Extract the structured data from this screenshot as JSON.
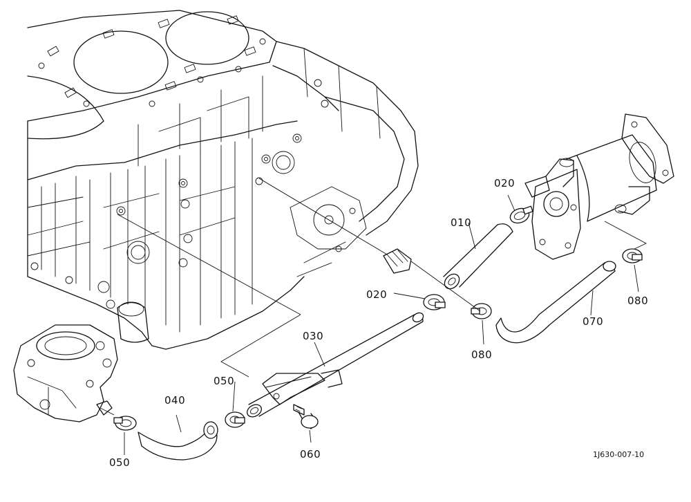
{
  "parts": {
    "p010": "010",
    "p020a": "020",
    "p020b": "020",
    "p030": "030",
    "p040": "040",
    "p050a": "050",
    "p050b": "050",
    "p060": "060",
    "p070": "070",
    "p080a": "080",
    "p080b": "080"
  },
  "reference_code": "1J630-007-10"
}
